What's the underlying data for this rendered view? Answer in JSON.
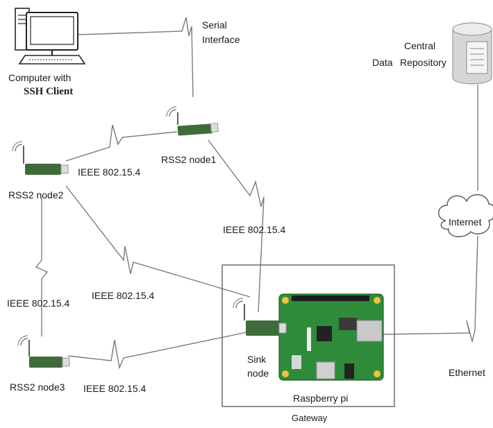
{
  "computer": {
    "label_line1": "Computer with",
    "label_line2": "SSH Client",
    "icon": "computer-monitor-icon"
  },
  "serial": {
    "label_line1": "Serial",
    "label_line2": "Interface"
  },
  "repository": {
    "label_line1": "Central",
    "label_line2a": "Data",
    "label_line2b": "Repository",
    "icon": "database-cylinder-icon"
  },
  "internet": {
    "label": "Internet",
    "icon": "cloud-icon"
  },
  "nodes": {
    "node1": "RSS2 node1",
    "node2": "RSS2 node2",
    "node3": "RSS2 node3",
    "sink_line1": "Sink",
    "sink_line2": "node"
  },
  "links": {
    "node2_node1": "IEEE 802.15.4",
    "node1_sink": "IEEE 802.15.4",
    "node2_gateway": "IEEE 802.15.4",
    "node2_node3": "IEEE 802.15.4",
    "node3_sink": "IEEE 802.15.4",
    "ethernet": "Ethernet"
  },
  "gateway": {
    "board_label": "Raspberry pi",
    "box_label": "Gateway"
  },
  "colors": {
    "board_green": "#2e8b3a",
    "node_green": "#3f6b3a",
    "line": "#777777",
    "connector": "#dcdcdc"
  }
}
